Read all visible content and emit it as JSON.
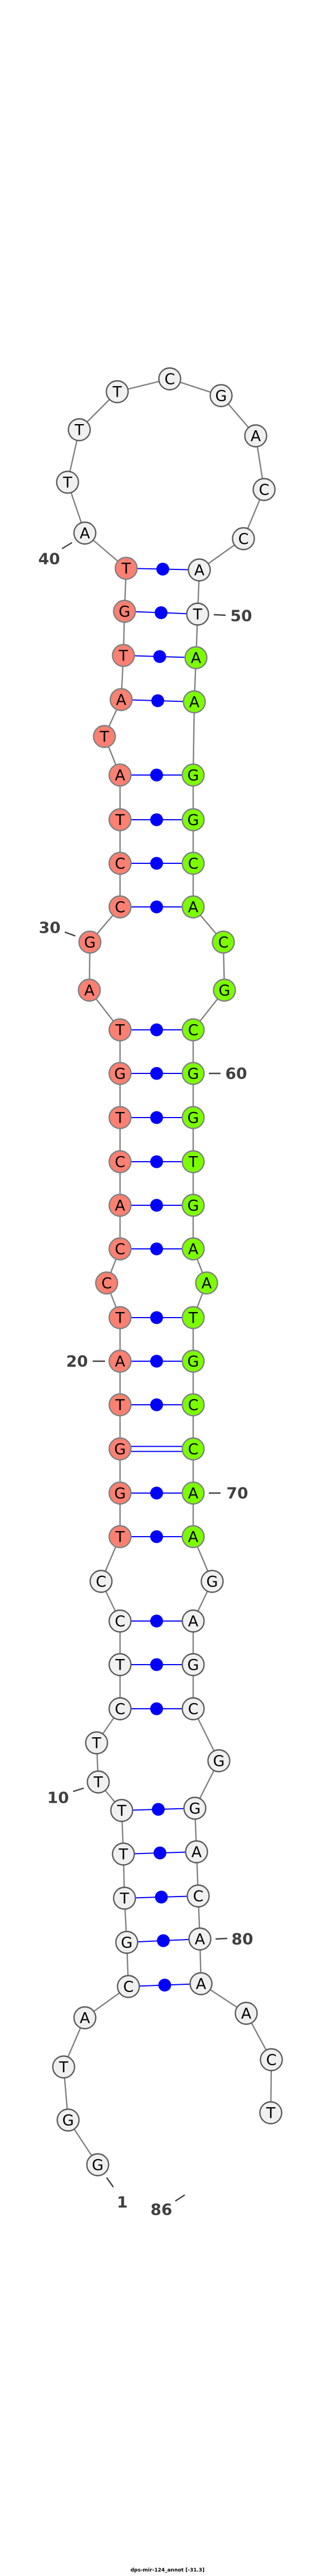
{
  "title": "dps-mir-124_annot [-31.3]",
  "sequence": "GGTACGTTTTTCTCCTGGTATCCACTGTAGCCTATATGTATTTCGACCATAAGGCACGCGGTGAATGCCAAGAGCGGACAAACT",
  "pairs": [
    [
      5,
      81
    ],
    [
      6,
      80
    ],
    [
      7,
      79
    ],
    [
      8,
      78
    ],
    [
      9,
      77
    ],
    [
      12,
      75
    ],
    [
      13,
      74
    ],
    [
      14,
      73
    ],
    [
      16,
      71
    ],
    [
      17,
      70
    ],
    [
      18,
      69
    ],
    [
      19,
      68
    ],
    [
      20,
      67
    ],
    [
      21,
      66
    ],
    [
      23,
      64
    ],
    [
      24,
      63
    ],
    [
      25,
      62
    ],
    [
      26,
      61
    ],
    [
      27,
      60
    ],
    [
      28,
      59
    ],
    [
      31,
      56
    ],
    [
      32,
      55
    ],
    [
      33,
      54
    ],
    [
      34,
      53
    ],
    [
      36,
      52
    ],
    [
      37,
      51
    ],
    [
      38,
      50
    ],
    [
      39,
      49
    ]
  ],
  "highlight": {
    "pink_range": [
      16,
      39
    ],
    "green_range": [
      51,
      71
    ]
  },
  "position_labels": [
    "1",
    "10",
    "20",
    "30",
    "40",
    "50",
    "60",
    "70",
    "80",
    "86"
  ],
  "colors": {
    "default_fill": "#f0f0f0",
    "default_stroke": "#5a5a5a",
    "pink_fill": "#fa8072",
    "green_fill": "#7cfc00",
    "highlight_stroke": "#808080",
    "backbone": "#808080",
    "pair": "#0000ff",
    "label": "#404040"
  }
}
